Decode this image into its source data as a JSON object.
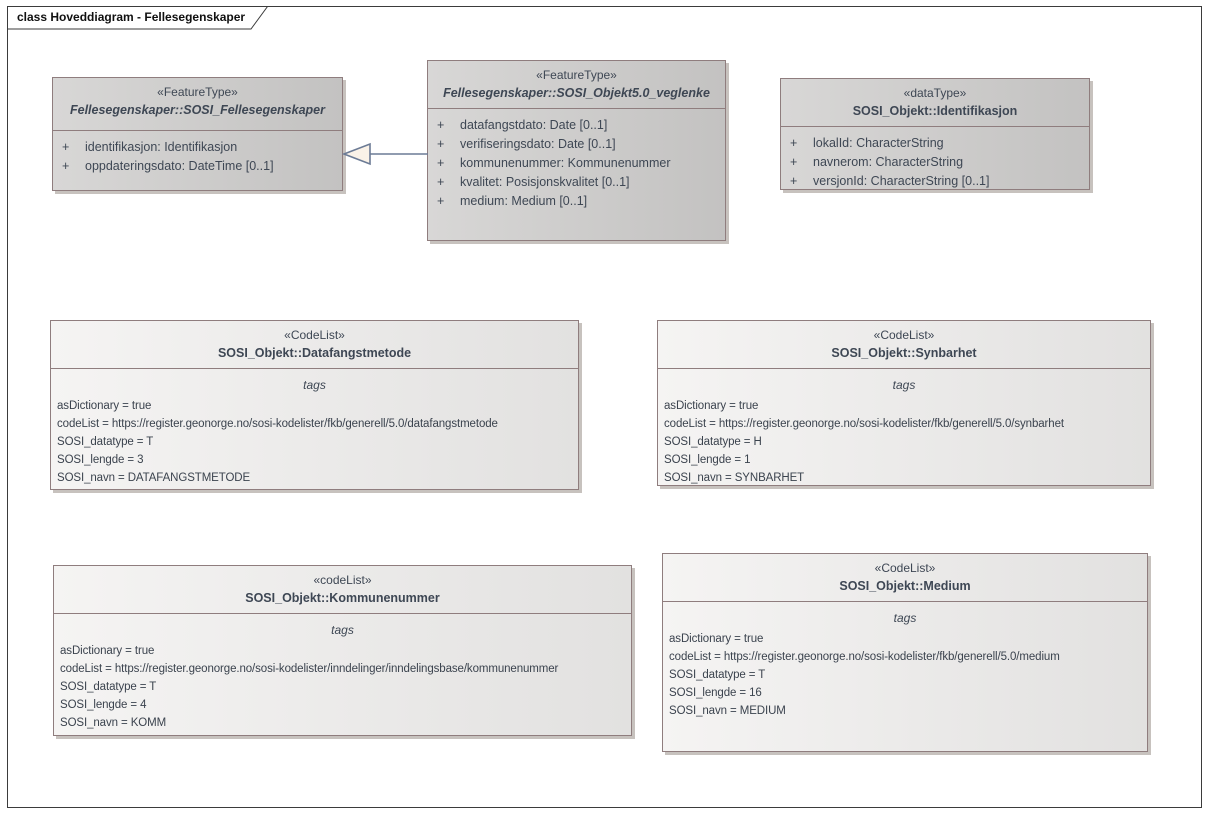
{
  "frame": {
    "title": "class Hoveddiagram - Fellesegenskaper"
  },
  "colors": {
    "box_border": "#8f7d7e",
    "class_fill_left": "#d8d7d6",
    "class_fill_right": "#c3c2c1",
    "codelist_fill_left": "#f5f4f3",
    "codelist_fill_right": "#e2e1e0",
    "text": "#3e4754",
    "connector_stroke": "#6c7b95",
    "connector_arrow_fill": "#faf2e8",
    "shadow": "#c7c2be"
  },
  "connector": {
    "type": "generalization",
    "from": "Fellesegenskaper::SOSI_Objekt5.0_veglenke",
    "to": "Fellesegenskaper::SOSI_Fellesegenskaper"
  },
  "classes": [
    {
      "stereotype": "«FeatureType»",
      "name": "Fellesegenskaper::SOSI_Fellesegenskaper",
      "attributes": [
        {
          "vis": "+",
          "text": "identifikasjon: Identifikasjon"
        },
        {
          "vis": "+",
          "text": "oppdateringsdato: DateTime [0..1]"
        }
      ]
    },
    {
      "stereotype": "«FeatureType»",
      "name": "Fellesegenskaper::SOSI_Objekt5.0_veglenke",
      "attributes": [
        {
          "vis": "+",
          "text": "datafangstdato: Date [0..1]"
        },
        {
          "vis": "+",
          "text": "verifiseringsdato: Date [0..1]"
        },
        {
          "vis": "+",
          "text": "kommunenummer: Kommunenummer"
        },
        {
          "vis": "+",
          "text": "kvalitet: Posisjonskvalitet [0..1]"
        },
        {
          "vis": "+",
          "text": "medium: Medium [0..1]"
        }
      ]
    },
    {
      "stereotype": "«dataType»",
      "name": "SOSI_Objekt::Identifikasjon",
      "attributes": [
        {
          "vis": "+",
          "text": "lokalId: CharacterString"
        },
        {
          "vis": "+",
          "text": "navnerom: CharacterString"
        },
        {
          "vis": "+",
          "text": "versjonId: CharacterString [0..1]"
        }
      ]
    }
  ],
  "codelists": [
    {
      "stereotype": "«CodeList»",
      "name": "SOSI_Objekt::Datafangstmetode",
      "section_label": "tags",
      "tags": [
        "asDictionary = true",
        "codeList = https://register.geonorge.no/sosi-kodelister/fkb/generell/5.0/datafangstmetode",
        "SOSI_datatype = T",
        "SOSI_lengde = 3",
        "SOSI_navn = DATAFANGSTMETODE"
      ]
    },
    {
      "stereotype": "«CodeList»",
      "name": "SOSI_Objekt::Synbarhet",
      "section_label": "tags",
      "tags": [
        "asDictionary = true",
        "codeList = https://register.geonorge.no/sosi-kodelister/fkb/generell/5.0/synbarhet",
        "SOSI_datatype = H",
        "SOSI_lengde = 1",
        "SOSI_navn = SYNBARHET"
      ]
    },
    {
      "stereotype": "«codeList»",
      "name": "SOSI_Objekt::Kommunenummer",
      "section_label": "tags",
      "tags": [
        "asDictionary = true",
        "codeList = https://register.geonorge.no/sosi-kodelister/inndelinger/inndelingsbase/kommunenummer",
        "SOSI_datatype = T",
        "SOSI_lengde = 4",
        "SOSI_navn = KOMM"
      ]
    },
    {
      "stereotype": "«CodeList»",
      "name": "SOSI_Objekt::Medium",
      "section_label": "tags",
      "tags": [
        "asDictionary = true",
        "codeList = https://register.geonorge.no/sosi-kodelister/fkb/generell/5.0/medium",
        "SOSI_datatype = T",
        "SOSI_lengde = 16",
        "SOSI_navn = MEDIUM"
      ]
    }
  ]
}
